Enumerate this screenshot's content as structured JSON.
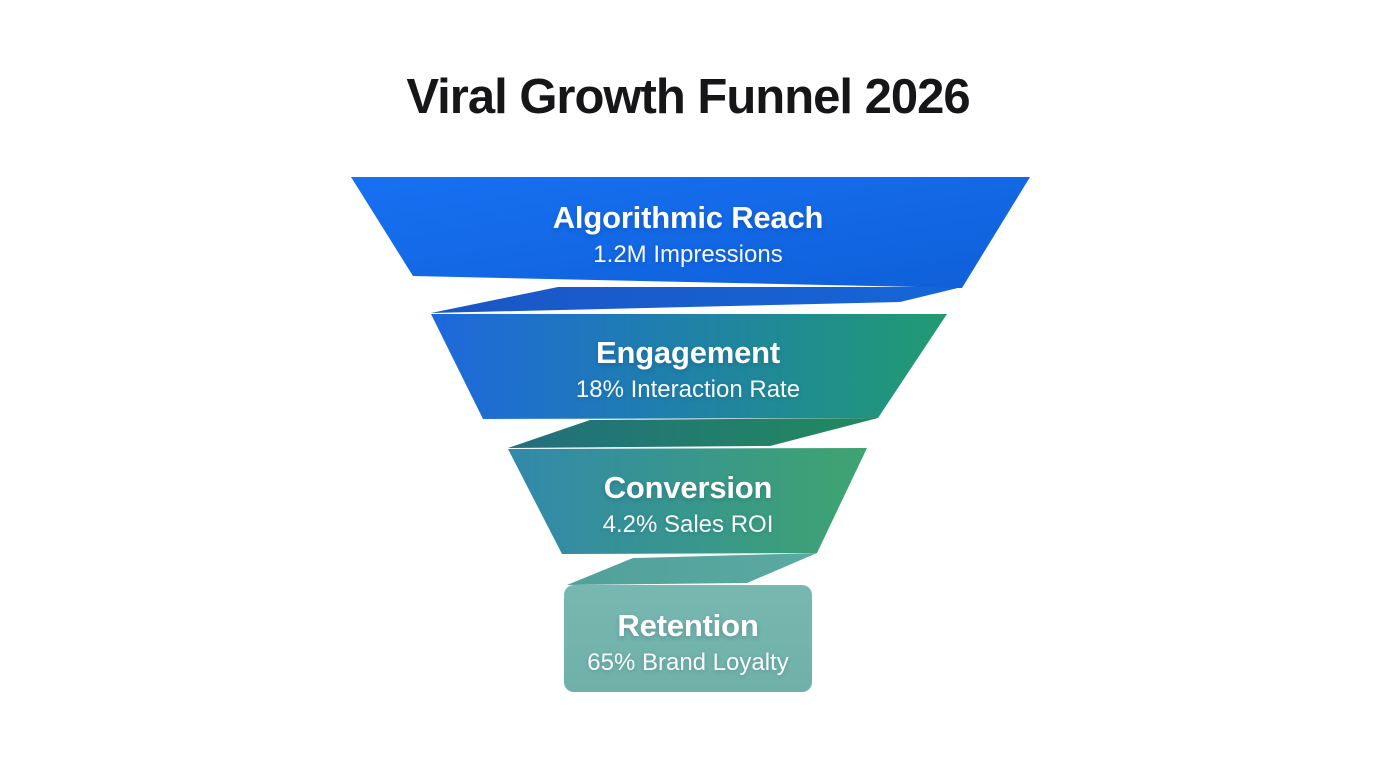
{
  "page": {
    "title": "Viral Growth Funnel 2026",
    "background": "#ffffff",
    "title_color": "#161618"
  },
  "funnel": {
    "text_color": "#ffffff",
    "stages": [
      {
        "label": "Algorithmic Reach",
        "value": "1.2M Impressions",
        "color_from": "#1771f2",
        "color_to": "#0f5fd8"
      },
      {
        "label": "Engagement",
        "value": "18% Interaction Rate",
        "color_from": "#1e68dd",
        "color_to": "#219b71"
      },
      {
        "label": "Conversion",
        "value": "4.2% Sales ROI",
        "color_from": "#3189ab",
        "color_to": "#3fa46f"
      },
      {
        "label": "Retention",
        "value": "65% Brand Loyalty",
        "color_from": "#77b8b1",
        "color_to": "#6fb0a9"
      }
    ],
    "folds": [
      {
        "color_from": "#1c55c4",
        "color_to": "#1566d8"
      },
      {
        "color_from": "#236e7d",
        "color_to": "#218a5e"
      },
      {
        "color_from": "#51a099",
        "color_to": "#5aaaa2"
      }
    ]
  },
  "chart_data": {
    "type": "funnel",
    "title": "Viral Growth Funnel 2026",
    "stages": [
      "Algorithmic Reach",
      "Engagement",
      "Conversion",
      "Retention"
    ],
    "value_labels": [
      "1.2M Impressions",
      "18% Interaction Rate",
      "4.2% Sales ROI",
      "65% Brand Loyalty"
    ],
    "values": [
      {
        "stage": "Algorithmic Reach",
        "metric": "Impressions",
        "value": 1200000
      },
      {
        "stage": "Engagement",
        "metric": "Interaction Rate",
        "value_percent": 18
      },
      {
        "stage": "Conversion",
        "metric": "Sales ROI",
        "value_percent": 4.2
      },
      {
        "stage": "Retention",
        "metric": "Brand Loyalty",
        "value_percent": 65
      }
    ],
    "layout": "inverted funnel, widest stage on top, zigzag ribbon folds between stages, white background"
  }
}
